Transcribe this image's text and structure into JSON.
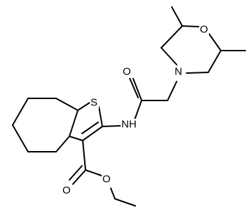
{
  "molecule": {
    "atoms": {
      "sulfur": "S",
      "oxygen_amide": "O",
      "nitrogen_amide": "NH",
      "nitrogen_morpholine": "N",
      "oxygen_morpholine": "O",
      "oxygen_ester_carbonyl": "O",
      "oxygen_ester": "O"
    },
    "colors": {
      "bond": "#000000",
      "background": "#ffffff"
    }
  }
}
